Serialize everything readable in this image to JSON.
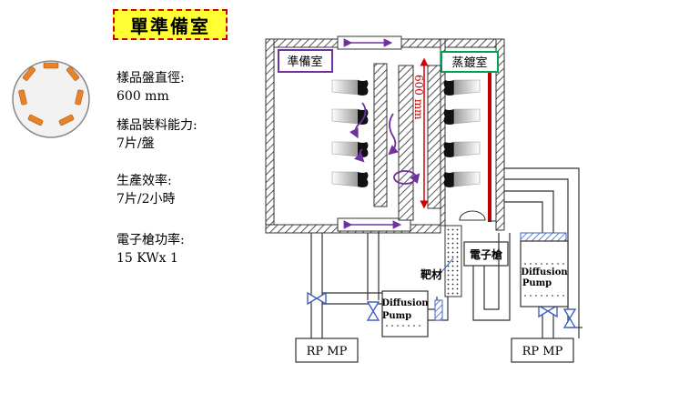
{
  "title": "單準備室",
  "specs": [
    {
      "label": "樣品盤直徑:",
      "value": "600 mm"
    },
    {
      "label": "樣品裝料能力:",
      "value": "7片/盤"
    },
    {
      "label": "生產效率:",
      "value": "7片/2小時"
    },
    {
      "label": "電子槍功率:",
      "value": "15 KWx 1"
    }
  ],
  "diagram": {
    "prep_chamber_label": "準備室",
    "evap_chamber_label": "蒸鍍室",
    "dimension_label": "600 mm",
    "e_gun_label": "電子槍",
    "target_label": "靶材",
    "pump_left_label_1": "Diffusion",
    "pump_left_label_2": "Pump",
    "pump_right_label_1": "Diffusion",
    "pump_right_label_2": "Pump",
    "rp_left_label": "RP MP",
    "rp_right_label": "RP MP"
  },
  "colors": {
    "title_bg": "#ffff33",
    "title_border": "#cc0000",
    "sample_piece": "#e8832a",
    "arrow": "#7030a0",
    "prep_label_border": "#7030a0",
    "evap_label_border": "#00a050",
    "dimension": "#d00000",
    "heater_bar": "#c00000",
    "valve": "#4060c0"
  }
}
